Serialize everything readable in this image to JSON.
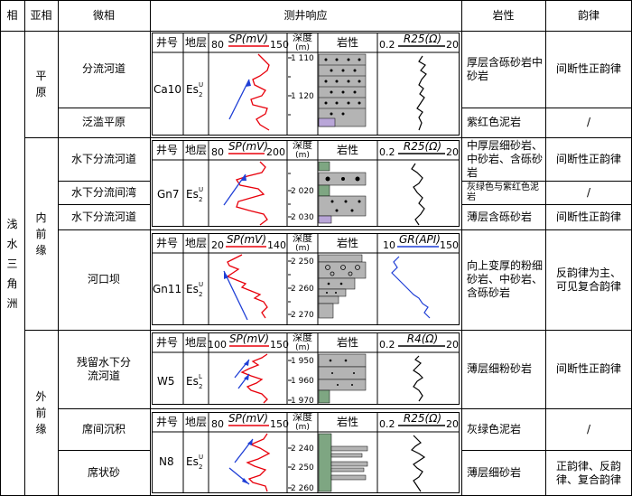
{
  "headers": {
    "facies": "相",
    "subfacies": "亚相",
    "microfacies": "微相",
    "log_response": "测井响应",
    "lithology": "岩性",
    "rhythm": "韵律"
  },
  "facies_name": [
    "浅",
    "水",
    "三",
    "角",
    "洲"
  ],
  "subfacies": {
    "plain": [
      "平",
      "原"
    ],
    "inner": [
      "内",
      "前",
      "缘"
    ],
    "outer": [
      "外",
      "前",
      "缘"
    ]
  },
  "microfacies": {
    "r1": "分流河道",
    "r2": "泛滥平原",
    "r3": "水下分流河道",
    "r4": "水下分流间湾",
    "r5": "水下分流河道",
    "r6": "河口坝",
    "r7": "残留水下分流河道",
    "r8": "席间沉积",
    "r9": "席状砂"
  },
  "panel_headers": {
    "well": "井号",
    "formation": "地层",
    "depth": "深度",
    "depth_unit": "(m)",
    "lithology": "岩性"
  },
  "panels": [
    {
      "well": "Ca10",
      "fm_main": "Es",
      "fm_sup": "U",
      "fm_sub": "2",
      "curve1_label": "SP(mV)",
      "curve1_min": "80",
      "curve1_max": "150",
      "depths": [
        "1 110",
        "1 120"
      ],
      "curve2_label": "R25(Ω)",
      "curve2_min": "0.2",
      "curve2_max": "20"
    },
    {
      "well": "Gn7",
      "fm_main": "Es",
      "fm_sup": "U",
      "fm_sub": "2",
      "curve1_label": "SP(mV)",
      "curve1_min": "80",
      "curve1_max": "200",
      "depths": [
        "2 020",
        "2 030"
      ],
      "curve2_label": "R25(Ω)",
      "curve2_min": "0.2",
      "curve2_max": "20"
    },
    {
      "well": "Gn11",
      "fm_main": "Es",
      "fm_sup": "U",
      "fm_sub": "2",
      "curve1_label": "SP(mV)",
      "curve1_min": "20",
      "curve1_max": "140",
      "depths": [
        "2 250",
        "2 260",
        "2 270"
      ],
      "curve2_label": "GR(API)",
      "curve2_min": "10",
      "curve2_max": "150"
    },
    {
      "well": "W5",
      "fm_main": "Es",
      "fm_sup": "L",
      "fm_sub": "2",
      "curve1_label": "SP(mV)",
      "curve1_min": "100",
      "curve1_max": "150",
      "depths": [
        "1 950",
        "1 960",
        "1 970"
      ],
      "curve2_label": "R4(Ω)",
      "curve2_min": "0.2",
      "curve2_max": "20"
    },
    {
      "well": "N8",
      "fm_main": "Es",
      "fm_sup": "U",
      "fm_sub": "2",
      "curve1_label": "SP(mV)",
      "curve1_min": "80",
      "curve1_max": "150",
      "depths": [
        "2 240",
        "2 250",
        "2 260"
      ],
      "curve2_label": "R25(Ω)",
      "curve2_min": "0.2",
      "curve2_max": "20"
    }
  ],
  "lithology": {
    "r1": "厚层含砾砂岩中砂岩",
    "r2": "紫红色泥岩",
    "r3": "中厚层细砂岩、中砂岩、含砾砂岩",
    "r4": "灰绿色与紫红色泥岩",
    "r5": "薄层含砾砂岩",
    "r6": "向上变厚的粉细砂岩、中砂岩、含砾砂岩",
    "r7": "薄层细粉砂岩",
    "r8": "灰绿色泥岩",
    "r9": "薄层细砂岩"
  },
  "rhythm": {
    "r1": "间断性正韵律",
    "r2": "/",
    "r3": "间断性正韵律",
    "r4": "/",
    "r5": "间断性正韵律",
    "r6": "反韵律为主、可见复合韵律",
    "r7": "间断性正韵律",
    "r8": "/",
    "r9": "正韵律、反韵律、复合韵律"
  },
  "colors": {
    "sp_curve": "#e8000b",
    "arrow": "#1f3fd6",
    "gr_curve": "#1f3fd6",
    "res_curve": "#000000",
    "sand": "#b4b4b4",
    "mud_green": "#7ea682",
    "mud_purple": "#b9a6d8"
  }
}
